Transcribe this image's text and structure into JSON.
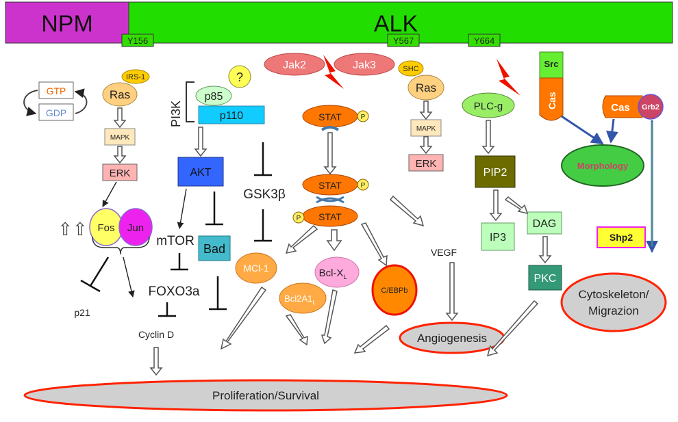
{
  "header": {
    "npm": "NPM",
    "alk": "ALK",
    "tyrosines": [
      "Y156",
      "Y567",
      "Y664"
    ]
  },
  "ras_module": {
    "gtp": "GTP",
    "gdp": "GDP",
    "irs1": "IRS-1",
    "ras": "Ras",
    "mapk": "MAPK",
    "erk": "ERK",
    "fos": "Fos",
    "jun": "Jun",
    "up_arrows": "⇧⇧",
    "p21": "p21",
    "cyclin_d": "Cyclin D"
  },
  "pi3k_module": {
    "pi3k": "PI3K",
    "p85": "p85",
    "p110": "p110",
    "unknown": "?",
    "akt": "AKT",
    "mtor": "mTOR",
    "bad": "Bad",
    "foxo3a": "FOXO3a",
    "gsk3b": "GSK3β"
  },
  "jak_stat_module": {
    "jak2": "Jak2",
    "jak3": "Jak3",
    "stat": "STAT",
    "p": "P",
    "mcl1": "MCl-1",
    "bclxl_main": "Bcl-X",
    "bclxl_sub": "L",
    "bcl2a1_main": "Bcl2A1",
    "bcl2a1_sub": "L",
    "cebpb": "C/EBPb",
    "vegf": "VEGF",
    "angiogenesis": "Angiogenesis"
  },
  "shc_module": {
    "shc": "SHC",
    "ras": "Ras",
    "mapk": "MAPK",
    "erk": "ERK"
  },
  "plc_module": {
    "plcg": "PLC-g",
    "pip2": "PIP2",
    "ip3": "IP3",
    "dag": "DAG",
    "pkc": "PKC",
    "cytoskeleton_line1": "Cytoskeleton/",
    "cytoskeleton_line2": "Migrazion"
  },
  "src_module": {
    "src": "Src",
    "cas": "Cas",
    "cas2": "Cas",
    "grb2": "Grb2",
    "morphology": "Morphology",
    "shp2": "Shp2"
  },
  "outcome": {
    "proliferation": "Proliferation/Survival"
  },
  "colors": {
    "npm": "#cc33cc",
    "alk": "#22dd00",
    "ras": "#ffd080",
    "stat": "#ff7700",
    "plcg": "#99ee66",
    "pip2": "#6b6b00",
    "akt": "#3366ff",
    "p110": "#11ccff",
    "bad": "#44bbcc",
    "pkc": "#339977",
    "erk": "#ffb3b3",
    "morphology": "#44cc44",
    "ellipse_grey": "#d0d0d0",
    "red_outline": "#ff2200",
    "arrow_fill": "#dddddd",
    "arrow_line": "#555555"
  }
}
